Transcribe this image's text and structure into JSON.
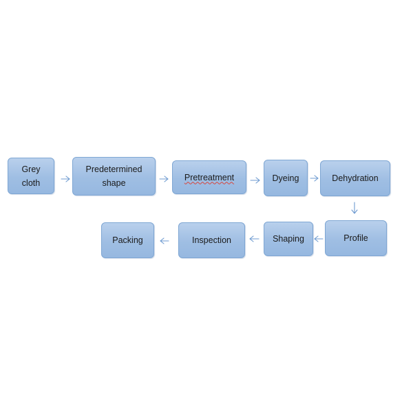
{
  "diagram": {
    "colors": {
      "box_fill": "#a8c5e8",
      "box_border": "#7ea6d3",
      "arrow": "#6d9ad0",
      "spell_underline": "#d9443a"
    },
    "nodes": [
      {
        "id": "grey-cloth",
        "label": "Grey\ncloth"
      },
      {
        "id": "predetermined-shape",
        "label": "Predetermined\nshape"
      },
      {
        "id": "pretreatment",
        "label": "Pretreatment"
      },
      {
        "id": "dyeing",
        "label": "Dyeing"
      },
      {
        "id": "dehydration",
        "label": "Dehydration"
      },
      {
        "id": "profile",
        "label": "Profile"
      },
      {
        "id": "shaping",
        "label": "Shaping"
      },
      {
        "id": "inspection",
        "label": "Inspection"
      },
      {
        "id": "packing",
        "label": "Packing"
      }
    ],
    "edges": [
      {
        "from": "grey-cloth",
        "to": "predetermined-shape"
      },
      {
        "from": "predetermined-shape",
        "to": "pretreatment"
      },
      {
        "from": "pretreatment",
        "to": "dyeing"
      },
      {
        "from": "dyeing",
        "to": "dehydration"
      },
      {
        "from": "dehydration",
        "to": "profile"
      },
      {
        "from": "profile",
        "to": "shaping"
      },
      {
        "from": "shaping",
        "to": "inspection"
      },
      {
        "from": "inspection",
        "to": "packing"
      }
    ]
  }
}
